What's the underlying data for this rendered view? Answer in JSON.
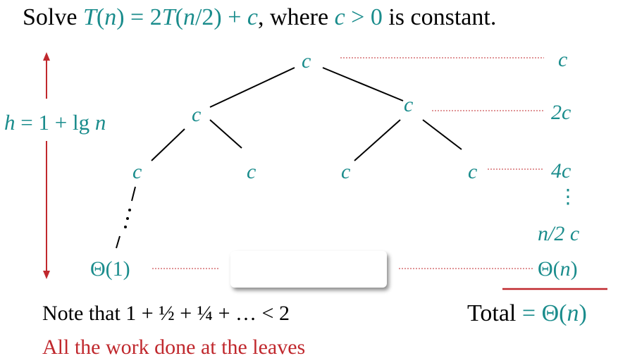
{
  "title": {
    "solve": "Solve ",
    "T": "T",
    "lp": "(",
    "n": "n",
    "rp": ")",
    "eq": " = 2",
    "T2": "T",
    "lp2": "(",
    "n2": "n",
    "slash2": "/2) + ",
    "c": "c",
    "where": ", where ",
    "c2": "c",
    "gt": " > 0",
    "tail": " is constant."
  },
  "tree": {
    "root": "c",
    "l1_left": "c",
    "l1_right": "c",
    "l2": [
      "c",
      "c",
      "c",
      "c"
    ],
    "leaf": "Θ(1)",
    "dots": "⋰"
  },
  "level_sums": {
    "s0": "c",
    "s1": "2c",
    "s2": "4c",
    "vdots": "⋮",
    "s_last_n": "n",
    "s_last_rest": "/2 c",
    "s_leaf_theta": "Θ(",
    "s_leaf_n": "n",
    "s_leaf_close": ")"
  },
  "height": {
    "h": "h",
    "eq": " = 1 + lg ",
    "n": "n"
  },
  "note": "Note that 1 + ½ + ¼ + … < 2",
  "leaves_note": "All the work done at the leaves",
  "total": {
    "label": "Total",
    "eq": " = ",
    "theta": "Θ(",
    "n": "n",
    "close": ")"
  },
  "colors": {
    "teal": "#1a8c8c",
    "red": "#c0282d",
    "black": "#000000"
  }
}
